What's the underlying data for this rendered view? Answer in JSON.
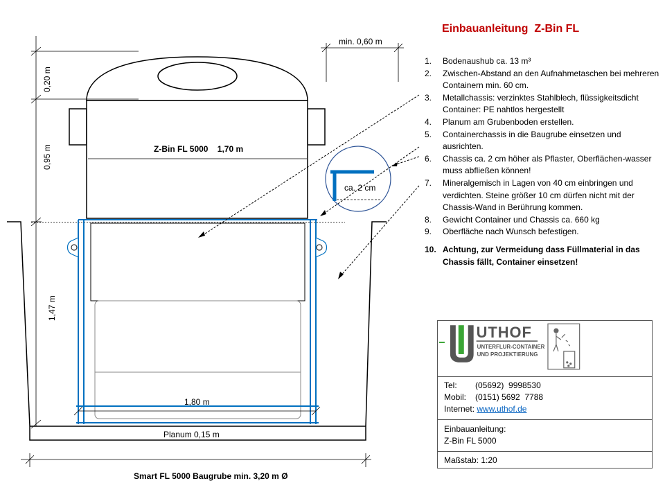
{
  "title": "Einbauanleitung  Z-Bin FL",
  "dimensions": {
    "top_width": "min. 0,60 m",
    "height_top": "0,20 m",
    "height_middle": "0,95 m",
    "height_bottom": "1,47 m",
    "container_label": "Z-Bin FL 5000    1,70 m",
    "chassis_width": "1,80 m",
    "planum": "Planum 0,15 m",
    "detail_label": "ca. 2 cm",
    "footer": "Smart FL 5000 Baugrube min. 3,20 m Ø"
  },
  "steps": [
    {
      "num": "1.",
      "text": "Bodenaushub ca. 13 m³"
    },
    {
      "num": "2.",
      "text": "Zwischen-Abstand an den Aufnahmetaschen bei mehreren Containern min. 60 cm."
    },
    {
      "num": "3.",
      "text": "Metallchassis: verzinktes Stahlblech, flüssigkeitsdicht Container: PE nahtlos hergestellt"
    },
    {
      "num": "4.",
      "text": "Planum am Grubenboden erstellen."
    },
    {
      "num": "5.",
      "text": "Containerchassis in die Baugrube einsetzen und ausrichten."
    },
    {
      "num": "6.",
      "text": "Chassis ca. 2 cm höher als Pflaster, Oberflächen-wasser muss abfließen können!"
    },
    {
      "num": "7.",
      "text": "Mineralgemisch in Lagen von 40 cm einbringen und verdichten. Steine größer 10 cm dürfen nicht mit der Chassis-Wand in Berührung kommen."
    },
    {
      "num": "8.",
      "text": "Gewicht Container und Chassis ca. 660 kg"
    },
    {
      "num": "9.",
      "text": "Oberfläche nach Wunsch befestigen."
    },
    {
      "num": "10.",
      "text": "Achtung, zur Vermeidung dass Füllmaterial in das Chassis fällt, Container einsetzen!"
    }
  ],
  "company": {
    "logo_letters": "UTHOF",
    "logo_line1": "UNTERFLUR-CONTAINER",
    "logo_line2": "UND PROJEKTIERUNG",
    "tel_label": "Tel:",
    "tel": "(05692)  9998530",
    "mobil_label": "Mobil:",
    "mobil": "(0151) 5692  7788",
    "internet_label": "Internet:",
    "internet": "www.uthof.de",
    "instruction_label": "Einbauanleitung:",
    "instruction_product": "Z-Bin FL 5000",
    "scale": "Maßstab: 1:20"
  },
  "colors": {
    "title": "#c00000",
    "chassis": "#0070c0",
    "logo_green": "#3aa535",
    "logo_gray": "#555555",
    "link": "#0563c1"
  }
}
